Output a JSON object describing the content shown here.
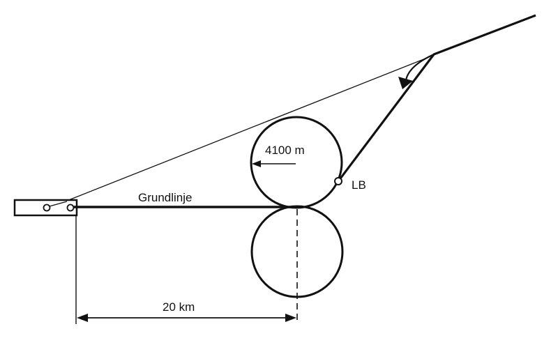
{
  "colors": {
    "ink": "#111111",
    "paper": "#ffffff"
  },
  "labels": {
    "baseline": "Grundlinje",
    "radius": "4100 m",
    "point": "LB",
    "distance": "20 km"
  }
}
